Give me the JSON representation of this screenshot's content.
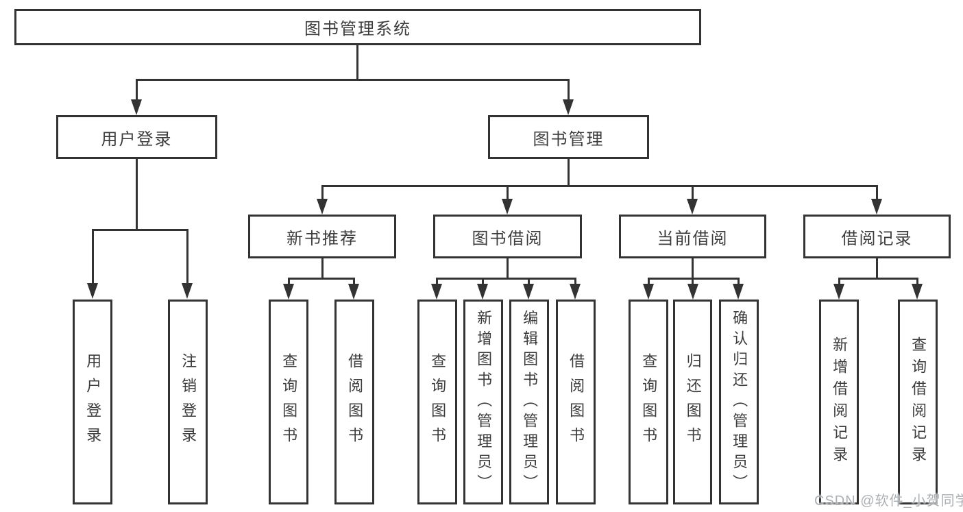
{
  "chart": {
    "root": {
      "label": "图书管理系统"
    },
    "branches": [
      {
        "label": "用户登录",
        "children": [
          {
            "label": "用户登录"
          },
          {
            "label": "注销登录"
          }
        ]
      },
      {
        "label": "图书管理",
        "children": [
          {
            "label": "新书推荐",
            "children": [
              {
                "label": "查询图书"
              },
              {
                "label": "借阅图书"
              }
            ]
          },
          {
            "label": "图书借阅",
            "children": [
              {
                "label": "查询图书"
              },
              {
                "label": "新增图书（管理员）"
              },
              {
                "label": "编辑图书（管理员）"
              },
              {
                "label": "借阅图书"
              }
            ]
          },
          {
            "label": "当前借阅",
            "children": [
              {
                "label": "查询图书"
              },
              {
                "label": "归还图书"
              },
              {
                "label": "确认归还（管理员）"
              }
            ]
          },
          {
            "label": "借阅记录",
            "children": [
              {
                "label": "新增借阅记录"
              },
              {
                "label": "查询借阅记录"
              }
            ]
          }
        ]
      }
    ]
  },
  "watermark": {
    "text": "CSDN @软件_小贺同学"
  },
  "colors": {
    "line": "#333333",
    "box_border": "#333333",
    "text": "#3c3c3c",
    "watermark": "#abb0b5",
    "background": "#ffffff"
  }
}
